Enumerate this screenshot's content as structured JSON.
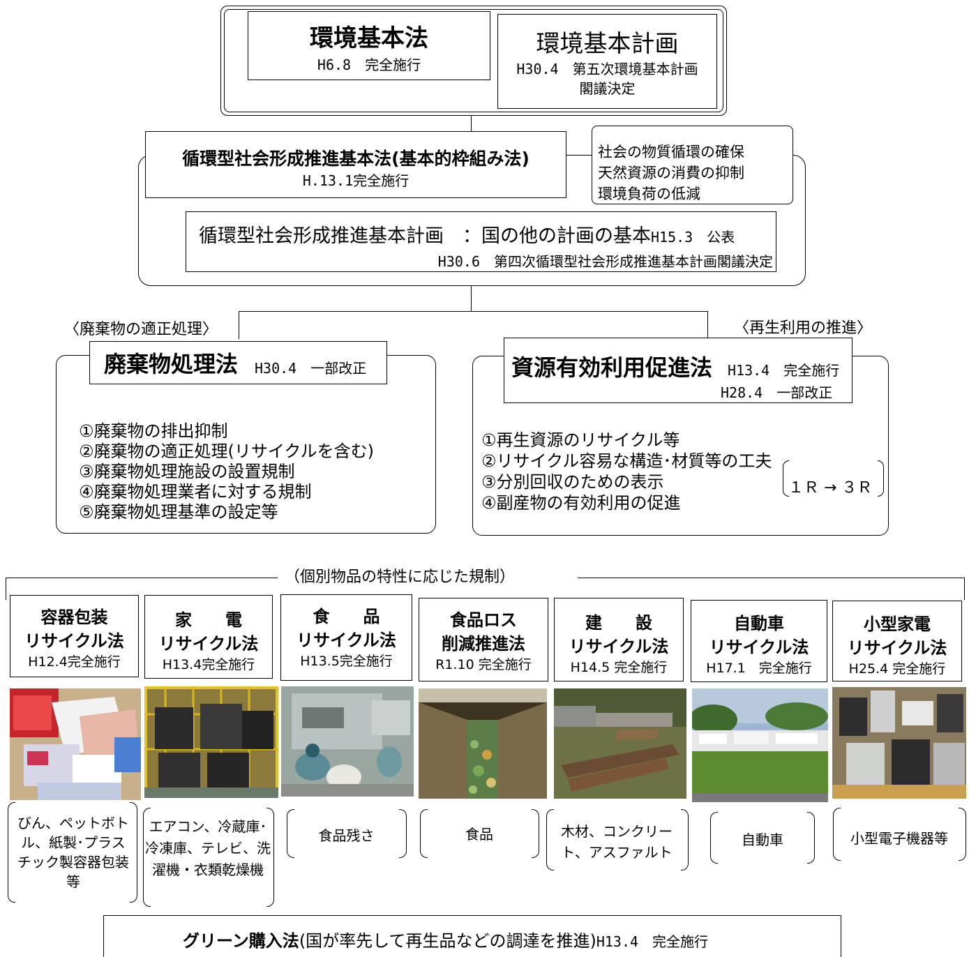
{
  "top": {
    "law_title": "環境基本法",
    "law_date": "H6.8　完全施行",
    "plan_title": "環境基本計画",
    "plan_line1": "H30.4　第五次環境基本計画",
    "plan_line2": "閣議決定"
  },
  "circular": {
    "title": "循環型社会形成推進基本法(基本的枠組み法)",
    "date": "H.13.1完全施行",
    "goals": [
      "社会の物質循環の確保",
      "天然資源の消費の抑制",
      "環境負荷の低減"
    ],
    "plan_title": "循環型社会形成推進基本計画　：国の他の計画の基本",
    "plan_date": "H15.3　公表",
    "plan_line2": "H30.6　第四次循環型社会形成推進基本計画閣議決定"
  },
  "left_branch": {
    "label": "〈廃棄物の適正処理〉",
    "law_title": "廃棄物処理法",
    "law_date": "H30.4　一部改正",
    "items": [
      "①廃棄物の排出抑制",
      "②廃棄物の適正処理(リサイクルを含む)",
      "③廃棄物処理施設の設置規制",
      "④廃棄物処理業者に対する規制",
      "⑤廃棄物処理基準の設定等"
    ]
  },
  "right_branch": {
    "label": "〈再生利用の推進〉",
    "law_title": "資源有効利用促進法",
    "law_date1": "H13.4　完全施行",
    "law_date2": "H28.4　一部改正",
    "items": [
      "①再生資源のリサイクル等",
      "②リサイクル容易な構造･材質等の工夫",
      "③分別回収のための表示",
      "④副産物の有効利用の促進"
    ],
    "note": "１Ｒ → ３Ｒ"
  },
  "individual": {
    "label": "（個別物品の特性に応じた規制）",
    "laws": [
      {
        "line1": "容器包装",
        "line2": "リサイクル法",
        "date": "H12.4完全施行",
        "items": "びん、ペットボトル、紙製･プラスチック製容器包装等"
      },
      {
        "line1": "家　　電",
        "line2": "リサイクル法",
        "date": "H13.4完全施行",
        "items": "エアコン、冷蔵庫･冷凍庫、テレビ、洗濯機・衣類乾燥機"
      },
      {
        "line1": "食　　品",
        "line2": "リサイクル法",
        "date": "H13.5完全施行",
        "items": "食品残さ"
      },
      {
        "line1": "食品ロス",
        "line2": "削減推進法",
        "date": "R1.10 完全施行",
        "items": "食品"
      },
      {
        "line1": "建　　設",
        "line2": "リサイクル法",
        "date": "H14.5 完全施行",
        "items": "木材、コンクリート、アスファルト"
      },
      {
        "line1": "自動車",
        "line2": "リサイクル法",
        "date": "H17.1　完全施行",
        "items": "自動車"
      },
      {
        "line1": "小型家電",
        "line2": "リサイクル法",
        "date": "H25.4 完全施行",
        "items": "小型電子機器等"
      }
    ]
  },
  "green": {
    "title": "グリーン購入法",
    "desc": "(国が率先して再生品などの調達を推進)",
    "date": "H13.4　完全施行"
  },
  "colors": {
    "line": "#000000",
    "background": "#ffffff"
  }
}
